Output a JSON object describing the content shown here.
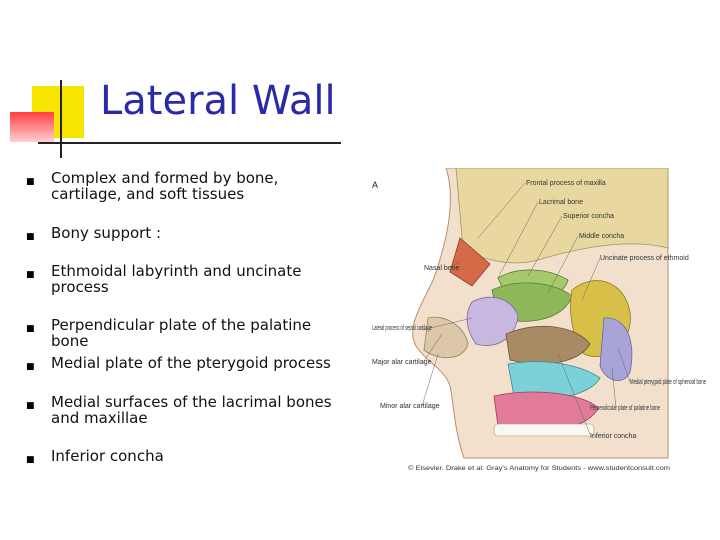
{
  "slide": {
    "title": "Lateral Wall",
    "bullets": [
      "Complex and formed by bone, cartilage, and soft tissues",
      "Bony support :",
      "Ethmoidal labyrinth and uncinate process",
      "Perpendicular plate of the palatine bone",
      "Medial plate of the pterygoid process",
      "Medial surfaces of the lacrimal bones and maxillae",
      "Inferior concha"
    ],
    "bullet_marker": "■"
  },
  "figure": {
    "panel_letter": "A",
    "labels": {
      "frontal": "Frontal process of maxilla",
      "lacrimal": "Lacrimal bone",
      "superior": "Superior concha",
      "middle": "Middle concha",
      "uncinate": "Uncinate process of ethmoid",
      "nasal": "Nasal bone",
      "lateral": "Lateral process of septal cartilage",
      "major": "Major alar cartilage",
      "minor": "Minor alar cartilage",
      "medial_ptery": "Medial pterygoid plate of sphenoid bone",
      "perp": "Perpendicular plate of palatine bone",
      "inferior": "Inferior concha"
    },
    "credit": "© Elsevier. Drake et al: Gray's Anatomy for Students - www.studentconsult.com"
  }
}
